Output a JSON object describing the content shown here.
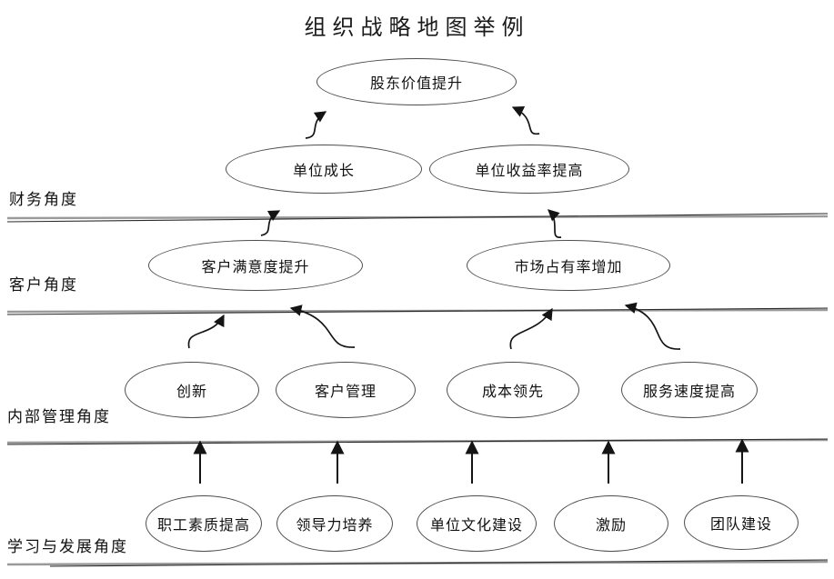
{
  "title": "组织战略地图举例",
  "perspectives": [
    {
      "label": "财务角度"
    },
    {
      "label": "客户角度"
    },
    {
      "label": "内部管理角度"
    },
    {
      "label": "学习与发展角度"
    }
  ],
  "nodes": {
    "shareholder_value": {
      "label": "股东价值提升"
    },
    "unit_growth": {
      "label": "单位成长"
    },
    "unit_profit_rate": {
      "label": "单位收益率提高"
    },
    "customer_satisfaction": {
      "label": "客户满意度提升"
    },
    "market_share": {
      "label": "市场占有率增加"
    },
    "innovation": {
      "label": "创新"
    },
    "customer_management": {
      "label": "客户管理"
    },
    "cost_leadership": {
      "label": "成本领先"
    },
    "service_speed": {
      "label": "服务速度提高"
    },
    "staff_quality": {
      "label": "职工素质提高"
    },
    "leadership_development": {
      "label": "领导力培养"
    },
    "culture_building": {
      "label": "单位文化建设"
    },
    "incentive": {
      "label": "激励"
    },
    "team_building": {
      "label": "团队建设"
    }
  },
  "edges": [
    {
      "from": "单位成长",
      "to": "股东价值提升"
    },
    {
      "from": "单位收益率提高",
      "to": "股东价值提升"
    },
    {
      "from": "客户满意度提升",
      "to": "单位成长"
    },
    {
      "from": "市场占有率增加",
      "to": "单位收益率提高"
    },
    {
      "from": "创新",
      "to": "客户满意度提升"
    },
    {
      "from": "客户管理",
      "to": "客户满意度提升"
    },
    {
      "from": "成本领先",
      "to": "市场占有率增加"
    },
    {
      "from": "服务速度提高",
      "to": "市场占有率增加"
    },
    {
      "from": "职工素质提高",
      "to": "内部管理层"
    },
    {
      "from": "领导力培养",
      "to": "内部管理层"
    },
    {
      "from": "单位文化建设",
      "to": "内部管理层"
    },
    {
      "from": "激励",
      "to": "内部管理层"
    },
    {
      "from": "团队建设",
      "to": "内部管理层"
    }
  ],
  "colors": {
    "stroke": "#141414",
    "ellipse_border": "#4d4d4d",
    "divider_gray": "#9a9a9a",
    "divider_dark": "#2a2a2a"
  }
}
